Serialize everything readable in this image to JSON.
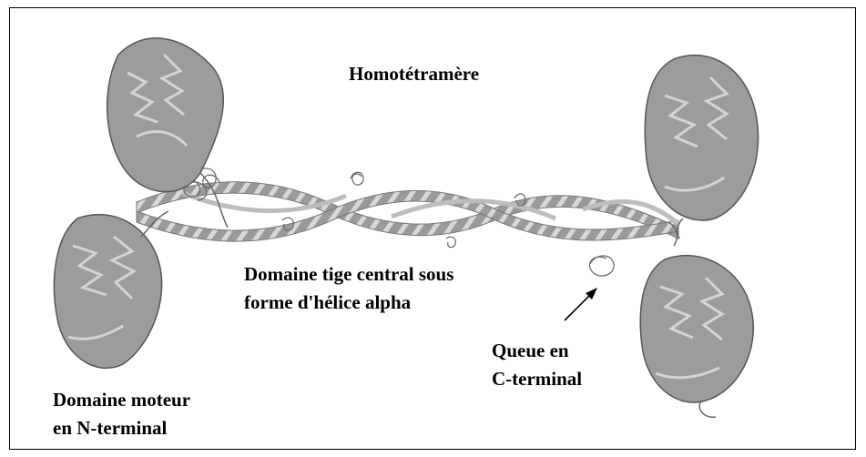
{
  "title": "Homotétramère",
  "labels": {
    "stalk_line1": "Domaine tige central sous",
    "stalk_line2": "forme d'hélice alpha",
    "tail_line1": "Queue en",
    "tail_line2": "C-terminal",
    "motor_line1": "Domaine moteur",
    "motor_line2": "en N-terminal"
  },
  "colors": {
    "protein_gray": "#8c8c8c",
    "outline": "#555555",
    "border": "#000000"
  }
}
